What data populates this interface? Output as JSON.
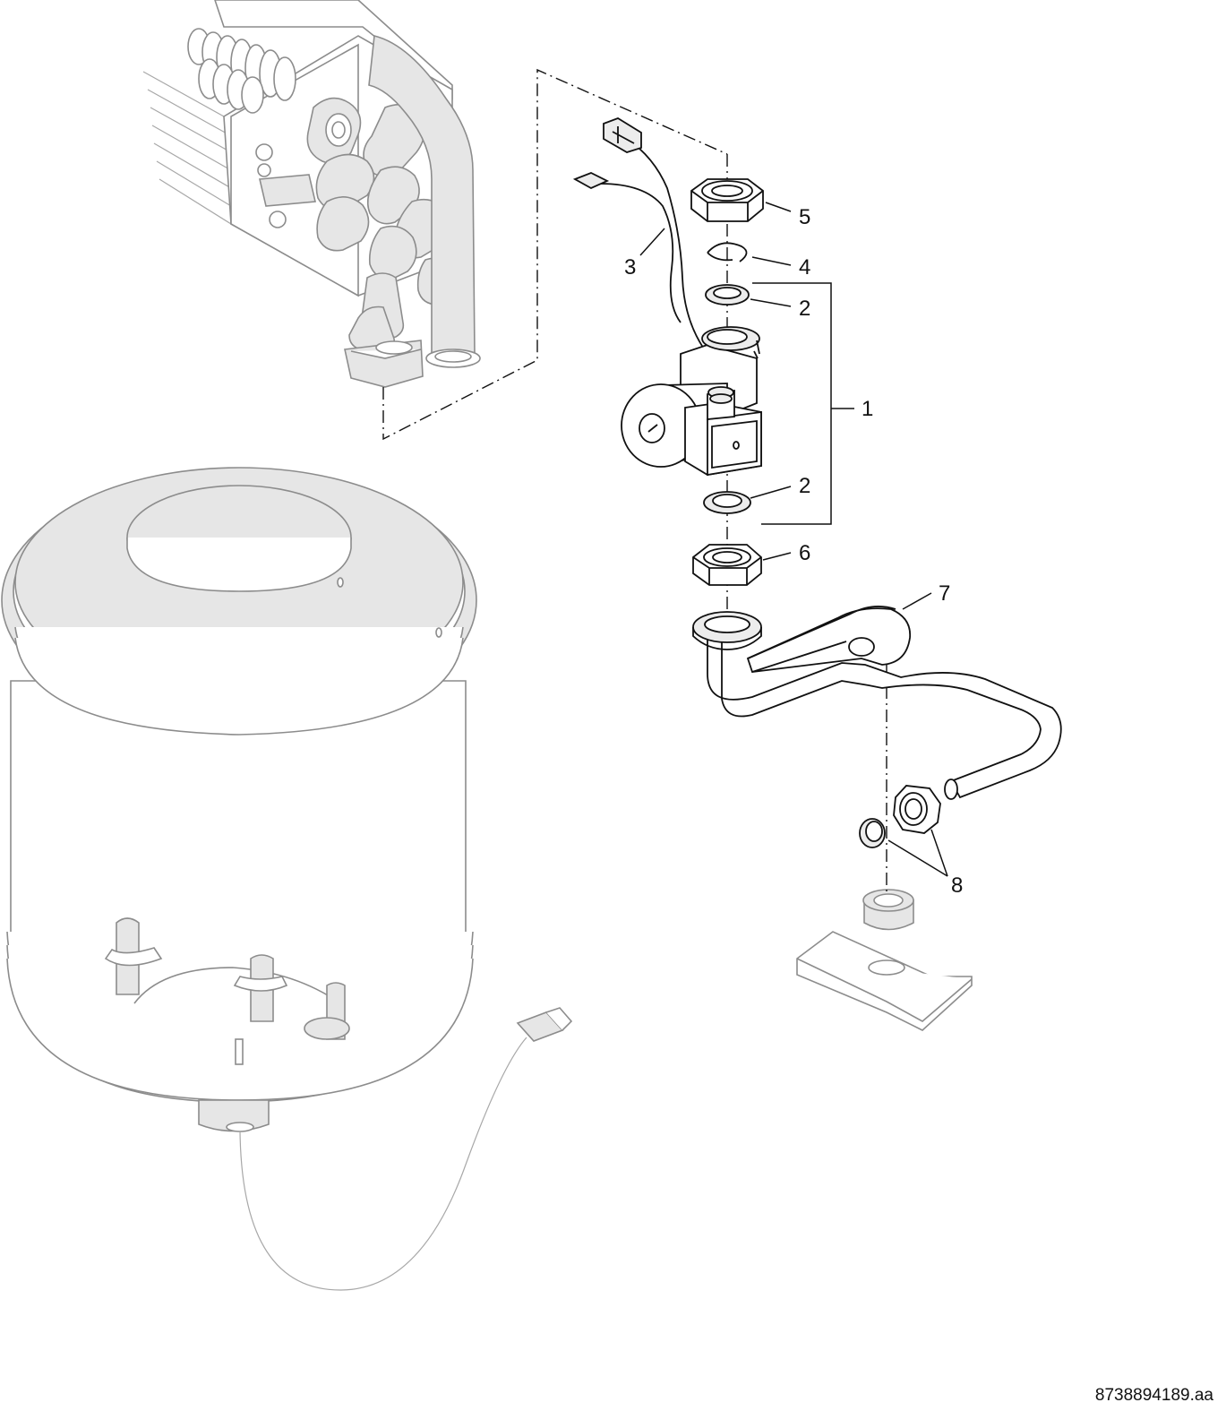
{
  "callouts": {
    "c1": "1",
    "c2a": "2",
    "c2b": "2",
    "c3": "3",
    "c4": "4",
    "c5": "5",
    "c6": "6",
    "c7": "7",
    "c8": "8"
  },
  "drawing_code": "8738894189.aa"
}
